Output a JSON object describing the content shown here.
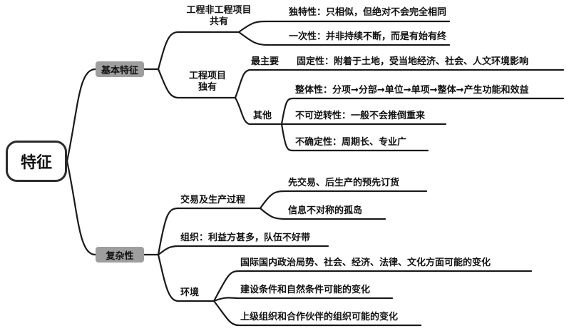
{
  "root": {
    "label": "特征"
  },
  "branch_basic": {
    "label": "基本特征",
    "common": {
      "label_line1": "工程非工程项目",
      "label_line2": "共有",
      "items": [
        "独特性：只相似，但绝对不会完全相同",
        "一次性：并非持续不断，而是有始有终"
      ]
    },
    "unique": {
      "label_line1": "工程项目",
      "label_line2": "独有",
      "most_important": {
        "label": "最主要",
        "item": "固定性：附着于土地，受当地经济、社会、人文环境影响"
      },
      "others": {
        "label": "其他",
        "items": [
          "整体性：分项→分部→单位→单项→整体→产生功能和效益",
          "不可逆转性：一般不会推倒重来",
          "不确定性：周期长、专业广"
        ]
      }
    }
  },
  "branch_complex": {
    "label": "复杂性",
    "trade": {
      "label": "交易及生产过程",
      "items": [
        "先交易、后生产的预先订货",
        "信息不对称的孤岛"
      ]
    },
    "organization": {
      "label": "组织：利益方甚多，队伍不好带"
    },
    "environment": {
      "label": "环境",
      "items": [
        "国际国内政治局势、社会、经济、法律、文化方面可能的变化",
        "建设条件和自然条件可能的变化",
        "上级组织和合作伙伴的组织可能的变化"
      ]
    }
  },
  "colors": {
    "line": "#1a1a1a",
    "pill_fill": "#9e9e9e",
    "root_border": "#2b2b2b"
  }
}
